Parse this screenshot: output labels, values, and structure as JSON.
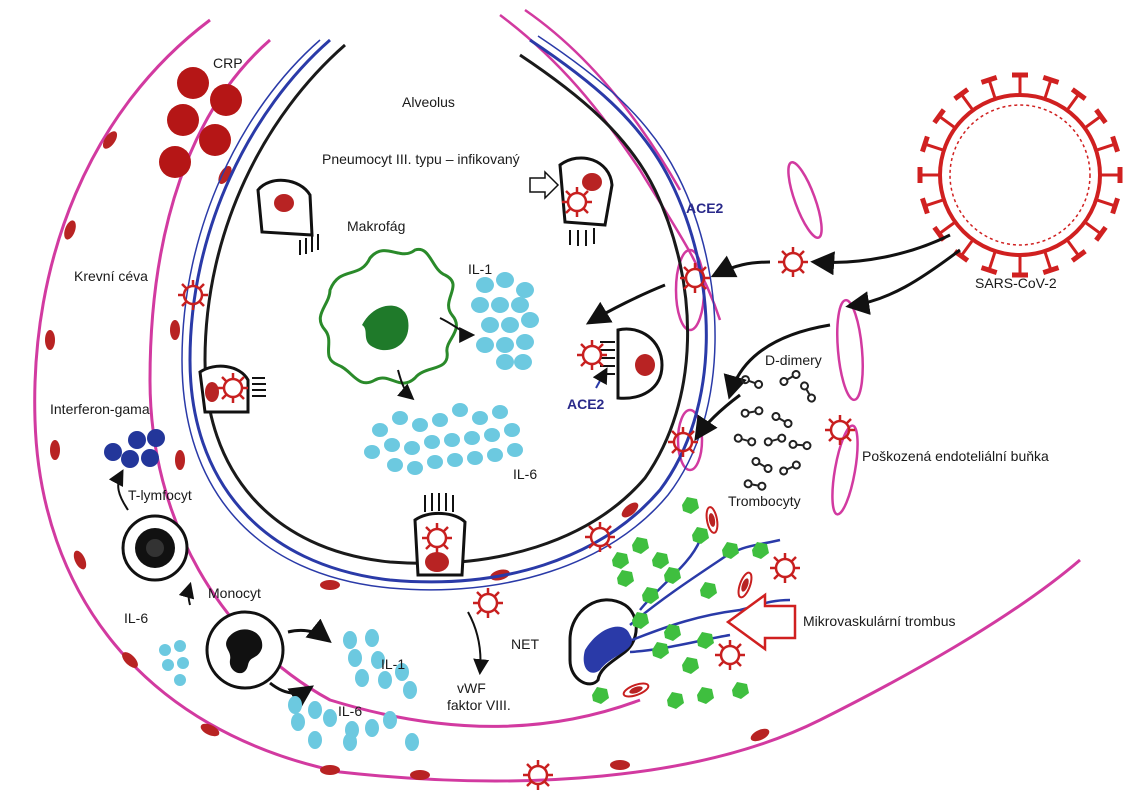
{
  "labels": {
    "crp": "CRP",
    "alveolus": "Alveolus",
    "pneumocyte": "Pneumocyt III. typu – infikovaný",
    "ace2_top": "ACE2",
    "ace2_mid": "ACE2",
    "makrofag": "Makrofág",
    "il1_top": "IL-1",
    "krevni_ceva": "Krevní céva",
    "sars": "SARS-CoV-2",
    "d_dimery": "D-dimery",
    "interferon": "Interferon-gama",
    "il6_mid": "IL-6",
    "poskozena": "Poškozená endoteliální buňka",
    "t_lymfocyt": "T-lymfocyt",
    "trombocyty": "Trombocyty",
    "il6_left": "IL-6",
    "monocyt": "Monocyt",
    "mikro": "Mikrovaskulární trombus",
    "net": "NET",
    "il1_bottom": "IL-1",
    "il6_bottom": "IL-6",
    "vwf": "vWF",
    "faktor": "faktor VIII."
  },
  "colors": {
    "vessel": "#d23aa0",
    "red": "#c81f1f",
    "cyan": "#6cc9e0",
    "navy": "#23369a",
    "green": "#3fbf3f",
    "membrane": "#2a3aa8"
  }
}
